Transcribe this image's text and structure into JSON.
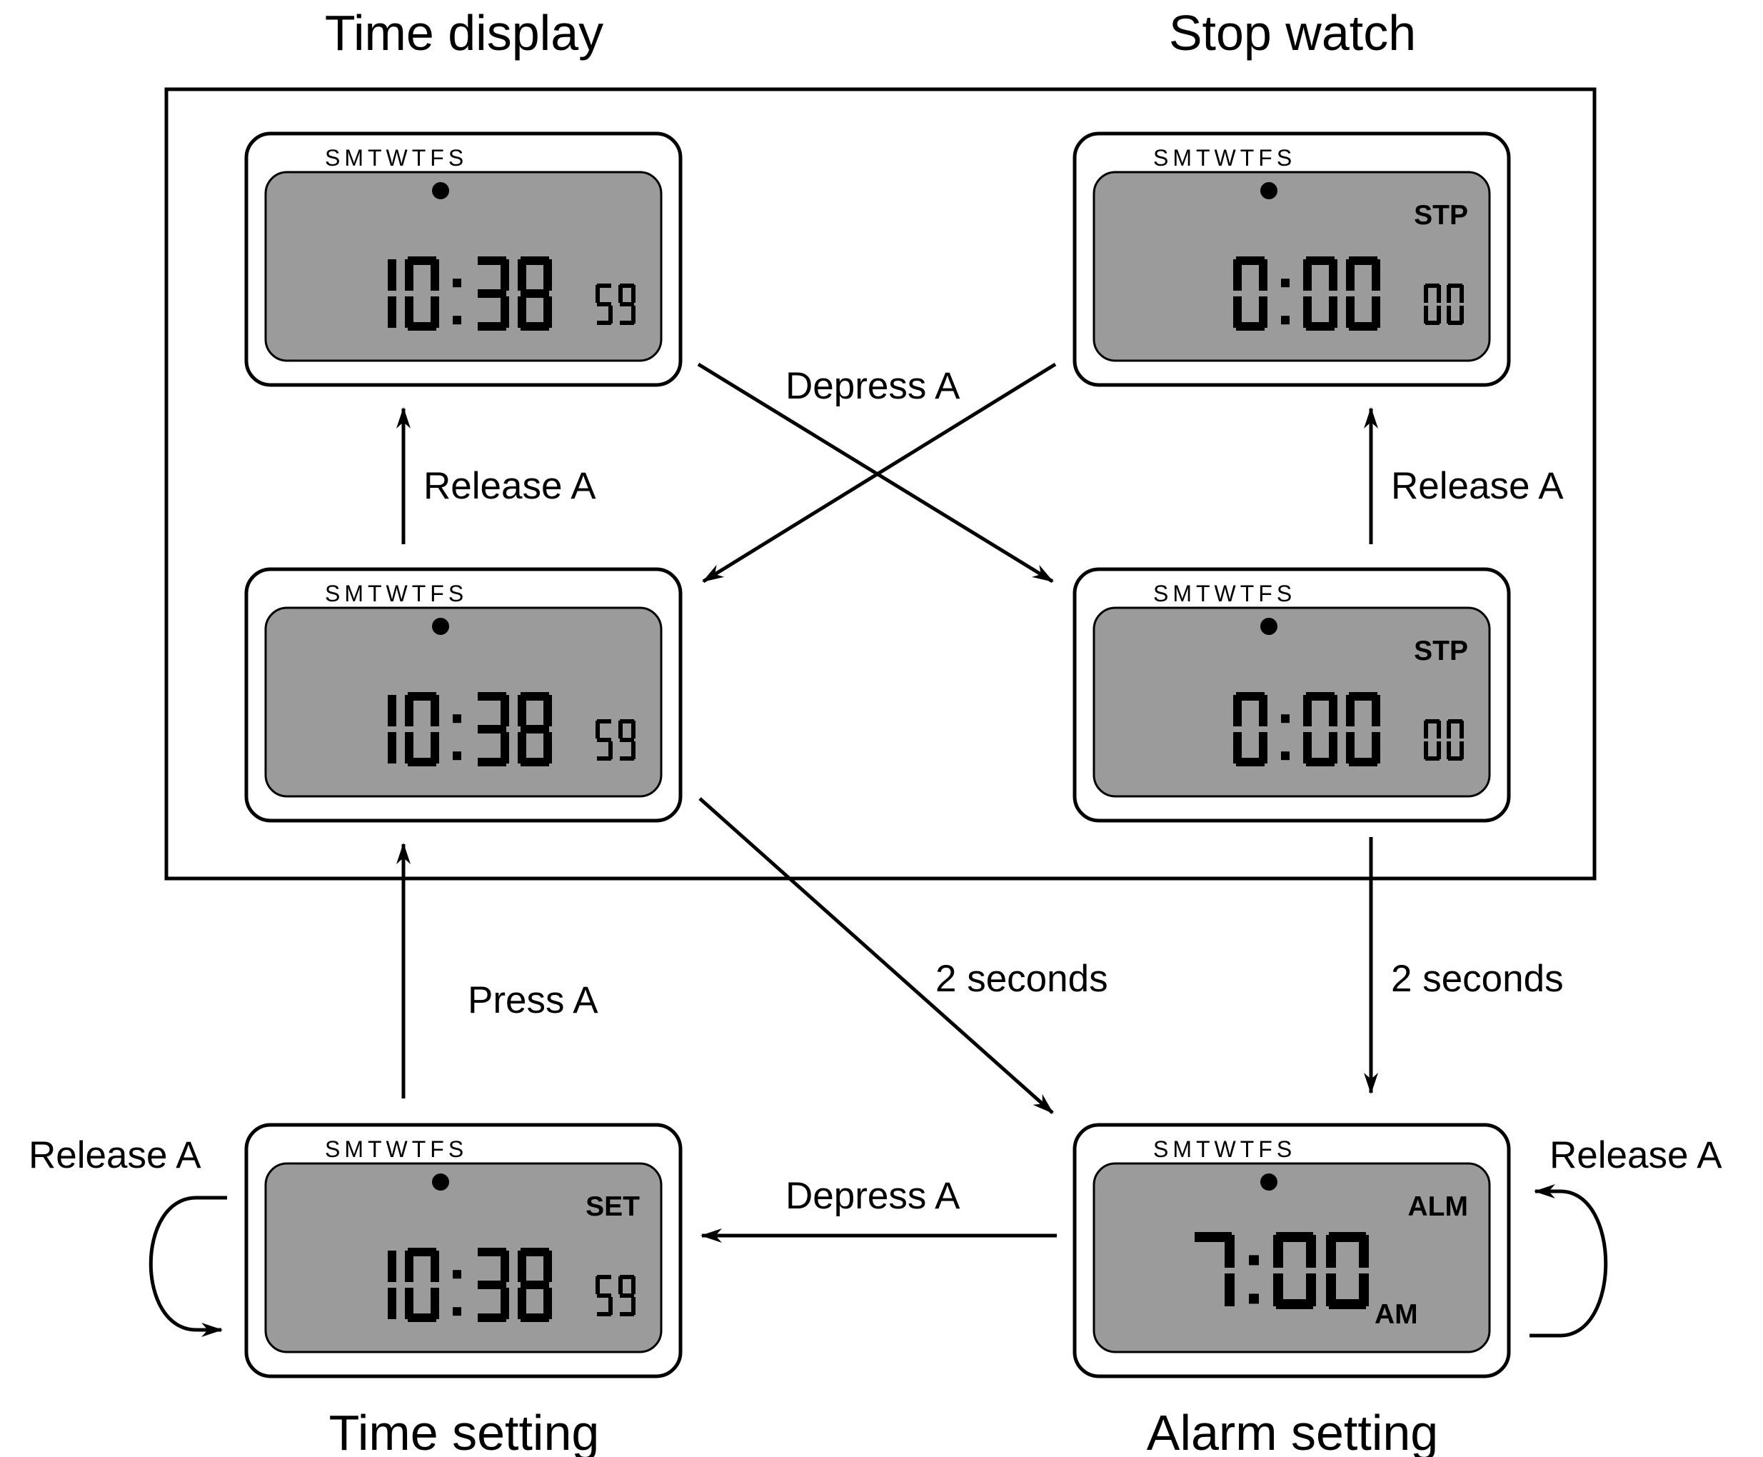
{
  "colors": {
    "lcd": "#9b9b9b",
    "ink": "#000000",
    "background": "#ffffff"
  },
  "titles": {
    "time_display": "Time display",
    "stop_watch": "Stop watch",
    "time_setting": "Time setting",
    "alarm_setting": "Alarm setting"
  },
  "watches": [
    {
      "id": "time-display",
      "days": "SMTWTFS",
      "tag": "",
      "main": "10:38",
      "secs": "59",
      "ampm": ""
    },
    {
      "id": "stopwatch",
      "days": "SMTWTFS",
      "tag": "STP",
      "main": "0:00",
      "secs": "00",
      "ampm": ""
    },
    {
      "id": "time-display-pressed",
      "days": "SMTWTFS",
      "tag": "",
      "main": "10:38",
      "secs": "59",
      "ampm": ""
    },
    {
      "id": "stopwatch-pressed",
      "days": "SMTWTFS",
      "tag": "STP",
      "main": "0:00",
      "secs": "00",
      "ampm": ""
    },
    {
      "id": "time-setting",
      "days": "SMTWTFS",
      "tag": "SET",
      "main": "10:38",
      "secs": "59",
      "ampm": ""
    },
    {
      "id": "alarm-setting",
      "days": "SMTWTFS",
      "tag": "ALM",
      "main": "7:00",
      "secs": "",
      "ampm": "AM"
    }
  ],
  "transitions": [
    {
      "id": "release-a-left",
      "label": "Release A"
    },
    {
      "id": "release-a-right",
      "label": "Release A"
    },
    {
      "id": "depress-a-cross",
      "label": "Depress A"
    },
    {
      "id": "two-seconds-diag",
      "label": "2 seconds"
    },
    {
      "id": "two-seconds-right",
      "label": "2 seconds"
    },
    {
      "id": "press-a",
      "label": "Press A"
    },
    {
      "id": "depress-a-bottom",
      "label": "Depress A"
    },
    {
      "id": "release-a-loop-left",
      "label": "Release A"
    },
    {
      "id": "release-a-loop-right",
      "label": "Release A"
    }
  ]
}
